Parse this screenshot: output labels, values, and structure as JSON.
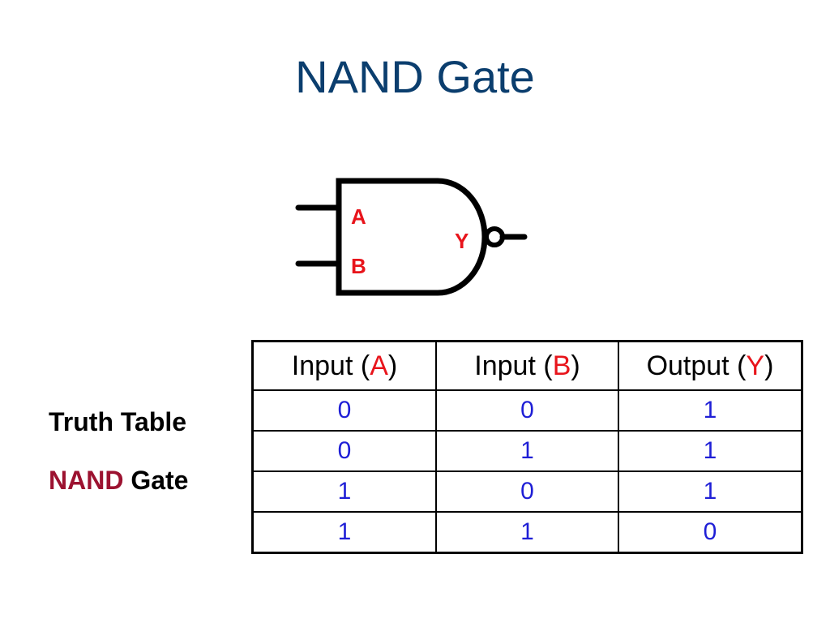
{
  "title": "NAND Gate",
  "gate": {
    "input_a": "A",
    "input_b": "B",
    "output": "Y"
  },
  "caption": {
    "line1": "Truth Table",
    "line2_accent": "NAND",
    "line2_rest": "Gate"
  },
  "table": {
    "headers": [
      {
        "prefix": "Input (",
        "var": "A",
        "suffix": ")"
      },
      {
        "prefix": "Input (",
        "var": "B",
        "suffix": ")"
      },
      {
        "prefix": "Output (",
        "var": "Y",
        "suffix": ")"
      }
    ],
    "rows": [
      [
        "0",
        "0",
        "1"
      ],
      [
        "0",
        "1",
        "1"
      ],
      [
        "1",
        "0",
        "1"
      ],
      [
        "1",
        "1",
        "0"
      ]
    ]
  },
  "colors": {
    "title": "#0b3e6e",
    "variable": "#e8141b",
    "value": "#1f1fd6",
    "nand_accent": "#9c1230"
  }
}
